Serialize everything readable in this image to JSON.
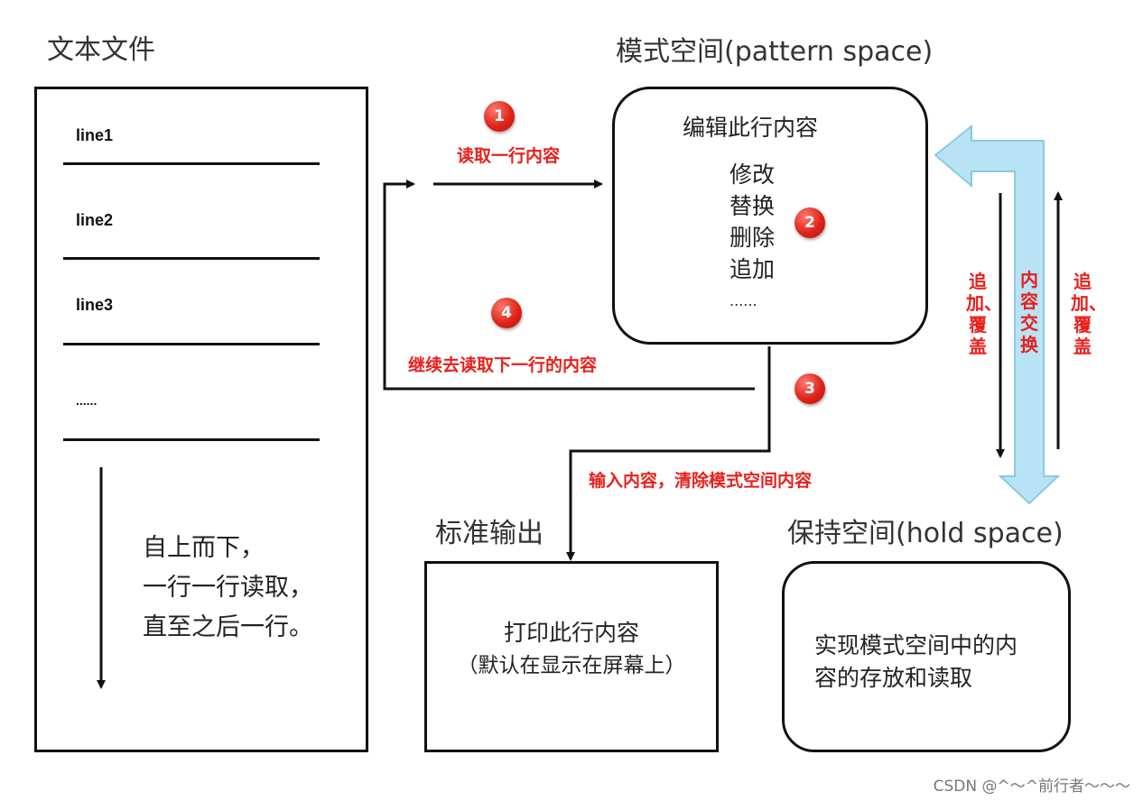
{
  "text_file": {
    "title": "文本文件",
    "lines": [
      "line1",
      "line2",
      "line3",
      "......"
    ],
    "note": [
      "自上而下，",
      "一行一行读取，",
      "直至之后一行。"
    ]
  },
  "pattern_space": {
    "title": "模式空间(pattern space)",
    "heading": "编辑此行内容",
    "ops": [
      "修改",
      "替换",
      "删除",
      "追加",
      "......"
    ]
  },
  "stdout": {
    "title": "标准输出",
    "lines": [
      "打印此行内容",
      "（默认在显示在屏幕上）"
    ]
  },
  "hold_space": {
    "title": "保持空间(hold space)",
    "lines": [
      "实现模式空间中的内",
      "容的存放和读取"
    ]
  },
  "steps": {
    "step1": {
      "num": "1",
      "label": "读取一行内容"
    },
    "step2": {
      "num": "2"
    },
    "step3": {
      "num": "3",
      "label": "输入内容，清除模式空间内容"
    },
    "step4": {
      "num": "4",
      "label": "继续去读取下一行的内容"
    }
  },
  "exchange": {
    "left_label": "追加、覆盖",
    "center_label": "内容交换",
    "right_label": "追加、覆盖"
  },
  "watermark": "CSDN @^～^前行者～～～",
  "colors": {
    "accent_red": "#e8201c",
    "exchange_arrow": "#b7e3f5"
  }
}
